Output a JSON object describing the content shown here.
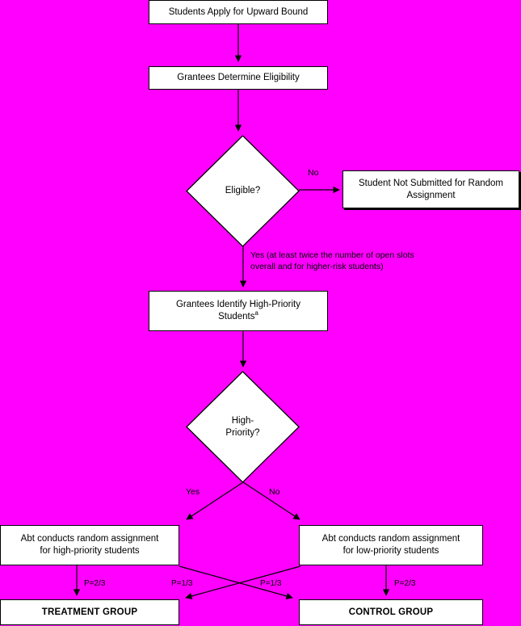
{
  "figure": {
    "background_color": "#ff00ff",
    "node_fill": "#ffffff",
    "line_color": "#000000"
  },
  "nodes": {
    "apply": {
      "label": "Students Apply for Upward Bound"
    },
    "eligibility": {
      "label": "Grantees Determine Eligibility"
    },
    "eligible_decision": {
      "label": "Eligible?"
    },
    "not_submitted": {
      "label": "Student Not Submitted for Random\nAssignment"
    },
    "identify_high_priority": {
      "label_main": "Grantees Identify High-Priority\nStudents",
      "label_superscript": "a"
    },
    "high_priority_decision": {
      "label": "High-\nPriority?"
    },
    "abt_high": {
      "label": "Abt conducts random assignment\nfor high-priority students"
    },
    "abt_low": {
      "label": "Abt conducts random assignment\nfor low-priority students"
    },
    "treatment_group": {
      "label": "TREATMENT GROUP"
    },
    "control_group": {
      "label": "CONTROL GROUP"
    }
  },
  "edge_labels": {
    "eligible_no": "No",
    "eligible_yes": "Yes (at least twice the number of open slots\noverall and for higher-risk students)",
    "priority_yes": "Yes",
    "priority_no": "No",
    "high_to_treatment": "P=2/3",
    "high_to_control": "P=1/3",
    "low_to_treatment": "P=1/3",
    "low_to_control": "P=2/3"
  }
}
